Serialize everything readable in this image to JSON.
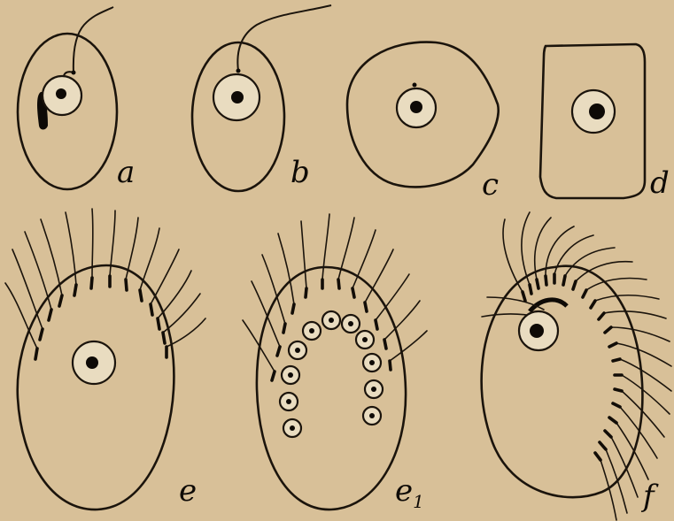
{
  "labels": {
    "a": "a",
    "b": "b",
    "c": "c",
    "d": "d",
    "e": "e",
    "e1_main": "e",
    "e1_sub": "1",
    "f": "f"
  },
  "colors": {
    "paper": "#d9c29a",
    "ink": "#1b140c",
    "nucleus_fill": "#e9dcc0"
  }
}
